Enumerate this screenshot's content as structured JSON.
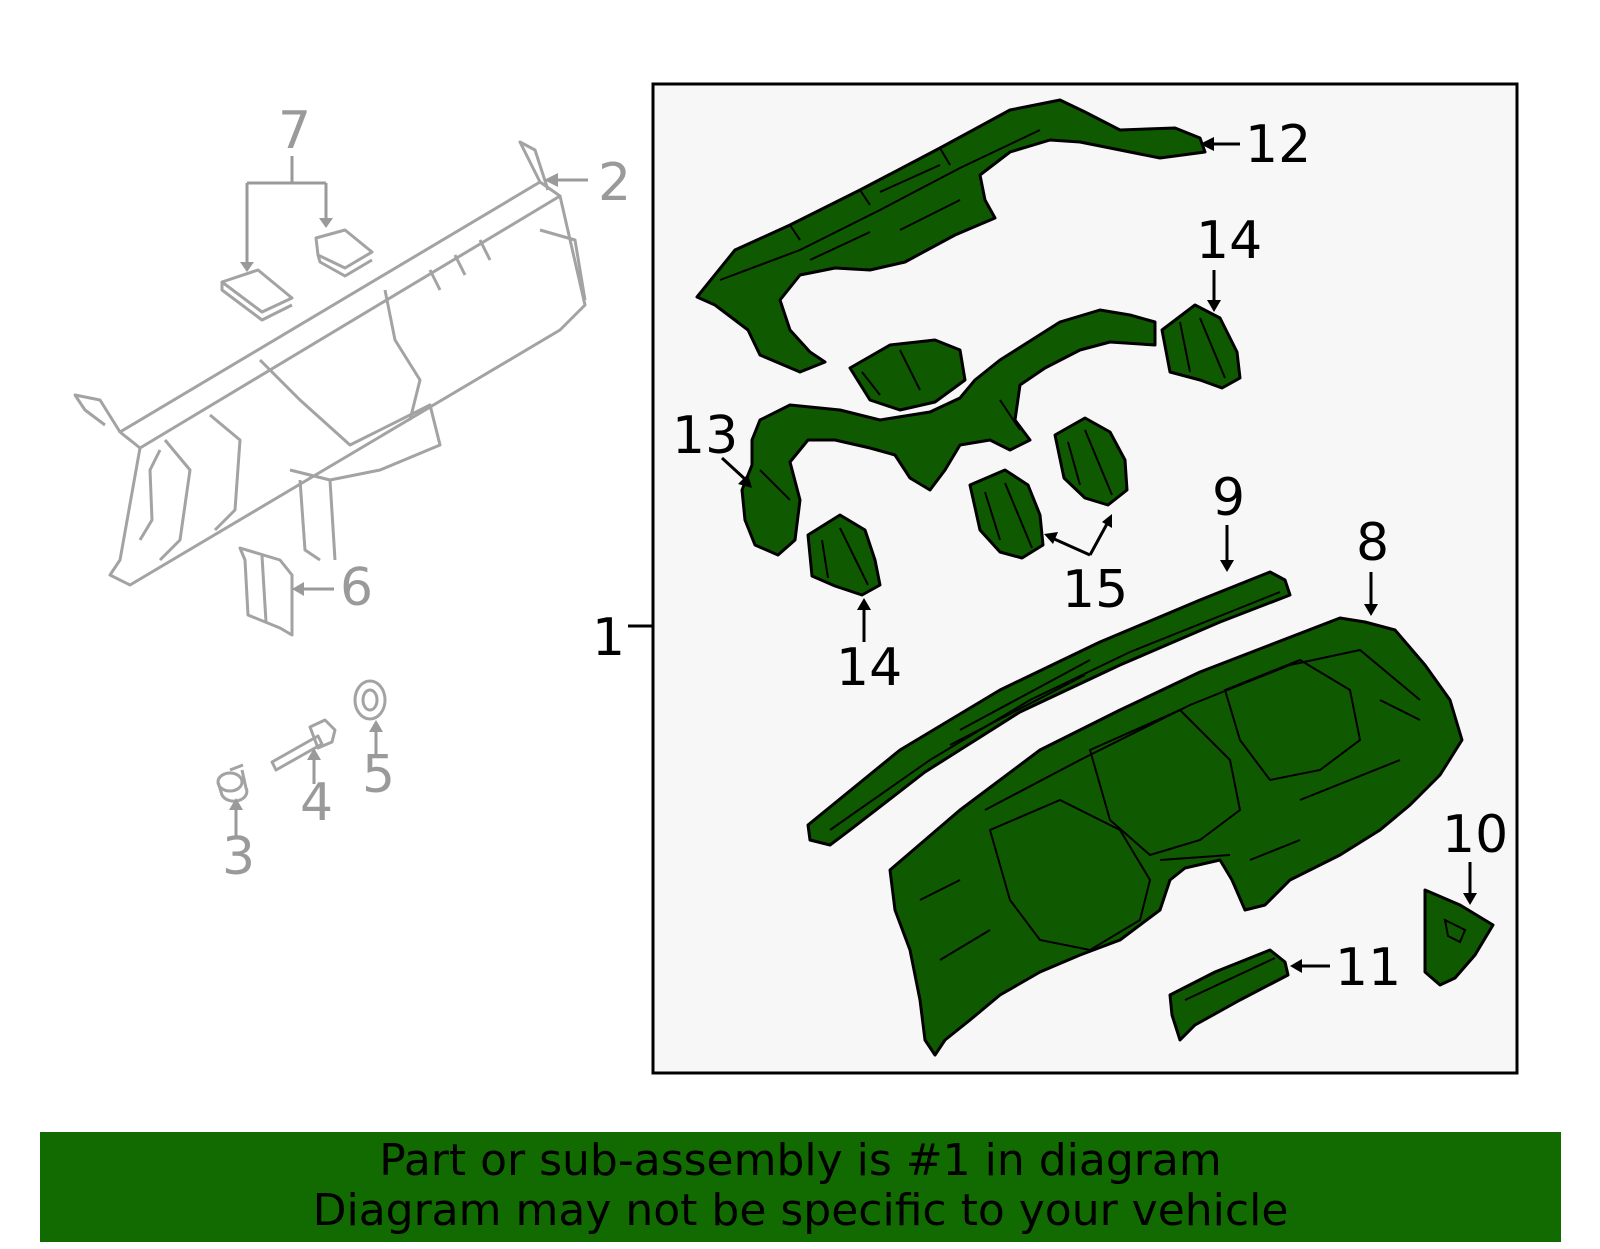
{
  "callouts": {
    "c1": "1",
    "c2": "2",
    "c3": "3",
    "c4": "4",
    "c5": "5",
    "c6": "6",
    "c7": "7",
    "c8": "8",
    "c9": "9",
    "c10": "10",
    "c11": "11",
    "c12": "12",
    "c13": "13",
    "c14a": "14",
    "c14b": "14",
    "c15": "15"
  },
  "banner": {
    "line1": "Part or sub-assembly is #1 in diagram",
    "line2": "Diagram may not be specific to your vehicle"
  },
  "colors": {
    "highlight_part": "#0f5a00",
    "banner_bg": "#116b00",
    "assembly_box_bg": "#f7f7f7",
    "unselected_part_line": "#a3a3a3"
  }
}
